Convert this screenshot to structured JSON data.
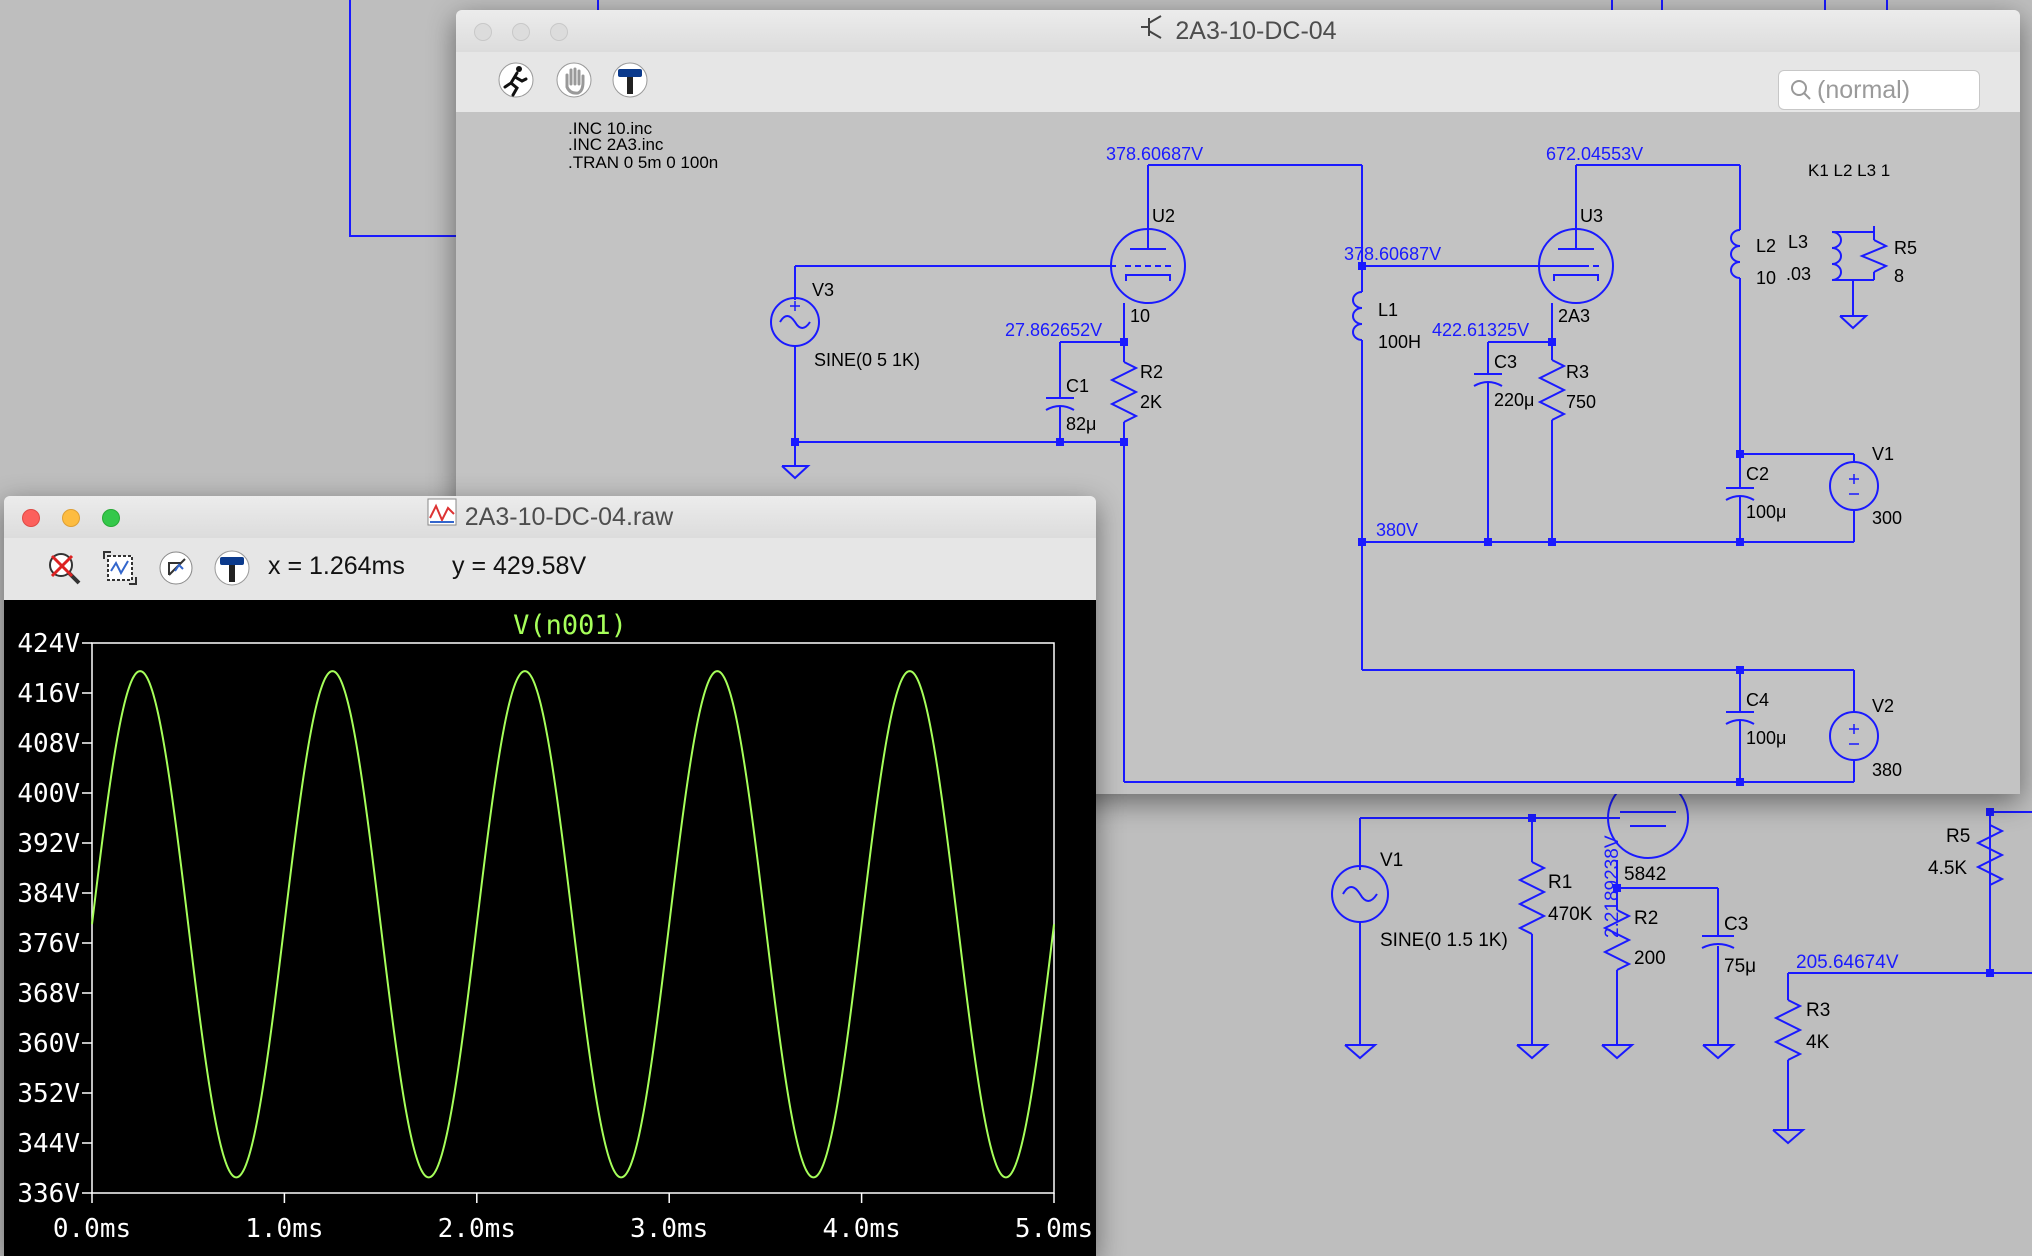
{
  "background_schematic": {
    "v1": {
      "name": "V1",
      "value": "SINE(0 1.5 1K)"
    },
    "r1": {
      "name": "R1",
      "value": "470K"
    },
    "tube": {
      "name": "5842"
    },
    "cathode_voltage": "2.2189238V",
    "r2": {
      "name": "R2",
      "value": "200"
    },
    "c3": {
      "name": "C3",
      "value": "75μ"
    },
    "node_voltage": "205.64674V",
    "r3": {
      "name": "R3",
      "value": "4K"
    },
    "r5": {
      "name": "R5",
      "value": "4.5K"
    }
  },
  "schematic_window": {
    "title": "2A3-10-DC-04",
    "search_placeholder": "(normal)",
    "toolbar_icons": [
      "run-icon",
      "halt-hand-icon",
      "hammer-icon"
    ],
    "directives": [
      ".INC 10.inc",
      ".INC 2A3.inc",
      ".TRAN 0 5m 0 100n"
    ],
    "coupling": "K1 L2 L3 1",
    "voltages": {
      "u2_plate": "378.60687V",
      "u3_plate": "672.04553V",
      "l1_top": "378.60687V",
      "u2_cathode": "27.862652V",
      "u3_cathode": "422.61325V",
      "supply": "380V"
    },
    "components": {
      "v3": {
        "name": "V3",
        "value": "SINE(0 5 1K)"
      },
      "u2": {
        "name": "U2",
        "value": "10"
      },
      "u3": {
        "name": "U3",
        "value": "2A3"
      },
      "c1": {
        "name": "C1",
        "value": "82μ"
      },
      "r2": {
        "name": "R2",
        "value": "2K"
      },
      "l1": {
        "name": "L1",
        "value": "100H"
      },
      "c3": {
        "name": "C3",
        "value": "220μ"
      },
      "r3": {
        "name": "R3",
        "value": "750"
      },
      "l2": {
        "name": "L2",
        "value": "10"
      },
      "l3": {
        "name": "L3",
        "value": ".03"
      },
      "r5": {
        "name": "R5",
        "value": "8"
      },
      "c2": {
        "name": "C2",
        "value": "100μ"
      },
      "v1": {
        "name": "V1",
        "value": "300"
      },
      "c4": {
        "name": "C4",
        "value": "100μ"
      },
      "v2": {
        "name": "V2",
        "value": "380"
      }
    }
  },
  "waveform_window": {
    "title": "2A3-10-DC-04.raw",
    "toolbar_icons": [
      "zoom-cancel-icon",
      "zoom-extents-icon",
      "zoom-back-icon",
      "hammer-icon"
    ],
    "cursor_x": "x = 1.264ms",
    "cursor_y": "y = 429.58V"
  },
  "chart_data": {
    "type": "line",
    "title": "V(n001)",
    "xlabel": "",
    "ylabel": "",
    "x_ticks": [
      "0.0ms",
      "1.0ms",
      "2.0ms",
      "3.0ms",
      "4.0ms",
      "5.0ms"
    ],
    "y_ticks": [
      "336V",
      "344V",
      "352V",
      "360V",
      "368V",
      "376V",
      "384V",
      "392V",
      "400V",
      "408V",
      "416V",
      "424V"
    ],
    "xlim": [
      0,
      5
    ],
    "ylim": [
      336,
      424
    ],
    "series": [
      {
        "name": "V(n001)",
        "color": "#a6ff5a",
        "offset": 379,
        "amplitude": 40.5,
        "frequency_khz": 1,
        "phase_deg": 0
      }
    ],
    "colors": {
      "background": "#000000",
      "axes": "#ffffff",
      "trace": "#a6ff5a"
    }
  },
  "colors": {
    "wire": "#1a1aff",
    "label": "#1a1aff",
    "text": "#000000"
  }
}
